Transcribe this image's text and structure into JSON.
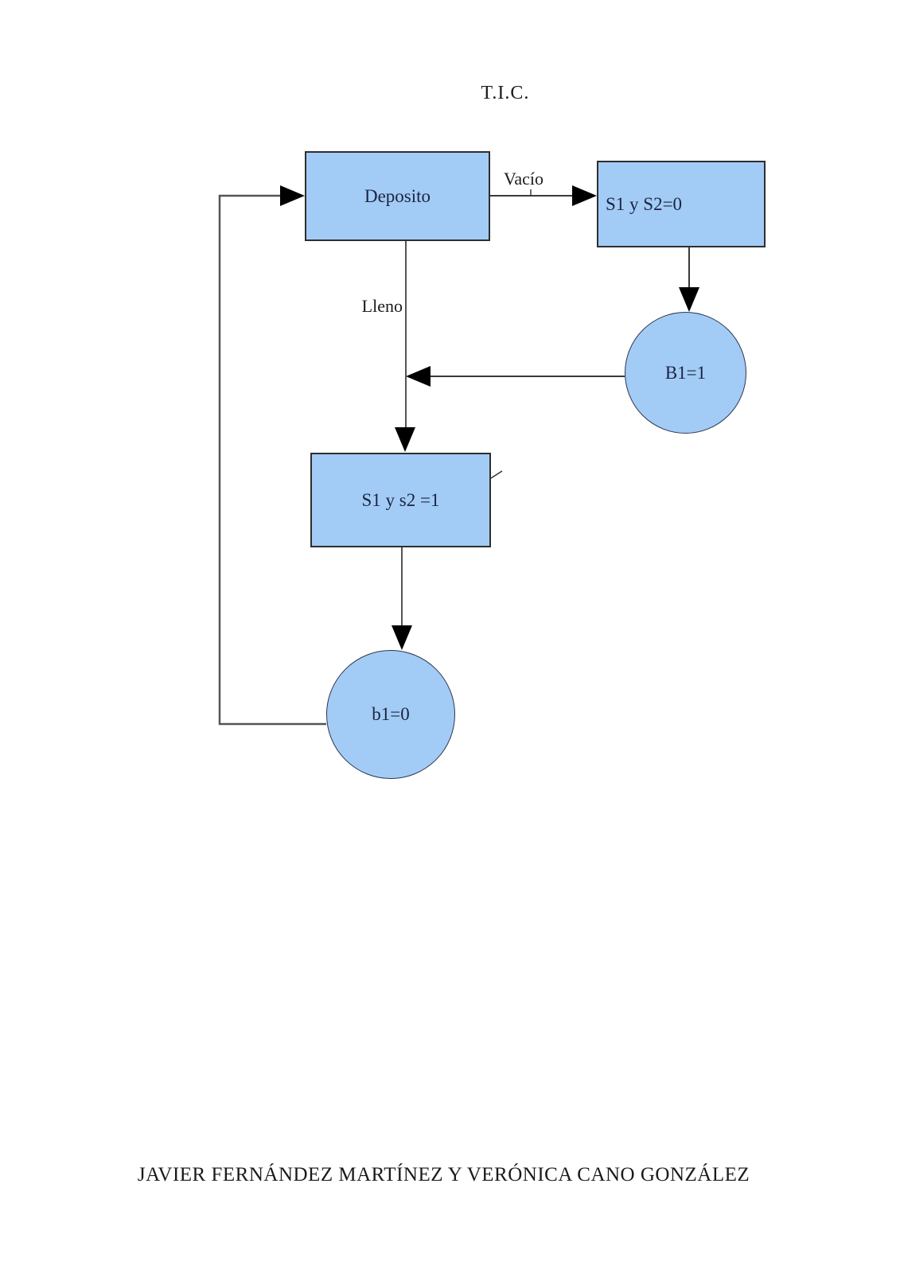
{
  "page": {
    "title": "T.I.C.",
    "footer": "JAVIER FERNÁNDEZ MARTÍNEZ Y VERÓNICA CANO GONZÁLEZ"
  },
  "nodes": {
    "deposito": {
      "shape": "rect",
      "label": "Deposito"
    },
    "s1s2_0": {
      "shape": "rect",
      "label": "S1 y S2=0"
    },
    "b1_1": {
      "shape": "circle",
      "label": "B1=1"
    },
    "s1s2_1": {
      "shape": "rect",
      "label": "S1 y s2 =1"
    },
    "b1_0": {
      "shape": "circle",
      "label": "b1=0"
    }
  },
  "edges": {
    "vacio_label": "Vacío",
    "lleno_label": "Lleno",
    "list": [
      {
        "from": "deposito",
        "to": "s1s2_0",
        "label": "Vacío"
      },
      {
        "from": "s1s2_0",
        "to": "b1_1",
        "label": ""
      },
      {
        "from": "b1_1",
        "to": "lleno-line",
        "label": ""
      },
      {
        "from": "deposito",
        "to": "s1s2_1",
        "label": "Lleno"
      },
      {
        "from": "s1s2_1",
        "to": "b1_0",
        "label": ""
      },
      {
        "from": "b1_0",
        "to": "deposito",
        "label": ""
      }
    ]
  },
  "colors": {
    "node_fill": "#A2CCF5",
    "node_border": "#2E2E2E",
    "node_text": "#1C2442",
    "line": "#3A3A3A",
    "feedback_line": "#555555",
    "arrow": "#000000",
    "page_bg": "#FFFFFF",
    "text": "#1A1A1A"
  }
}
